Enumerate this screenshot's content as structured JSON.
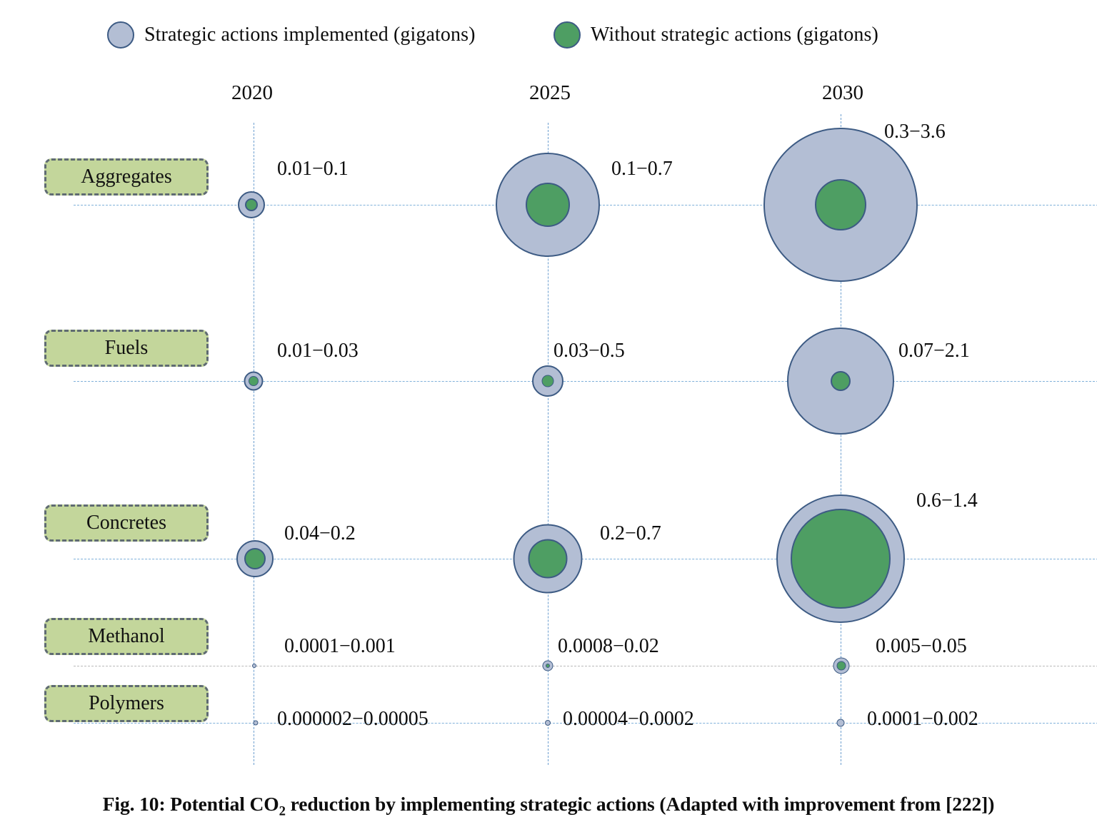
{
  "legend": {
    "items": [
      {
        "label": "Strategic actions implemented (gigatons)",
        "color": "#b3bed4",
        "icon": "circle-swatch-blue"
      },
      {
        "label": "Without strategic actions (gigatons)",
        "color": "#4e9e63",
        "icon": "circle-swatch-green"
      }
    ]
  },
  "caption": {
    "text": "Fig. 10: Potential CO₂ reduction by implementing strategic actions (Adapted with improvement from ",
    "reference": "[222]",
    "closing": ")"
  },
  "chart_data": {
    "type": "scatter",
    "title": "Potential CO2 reduction by implementing strategic actions",
    "subtitle": "",
    "xlabel": "",
    "ylabel": "",
    "grid": true,
    "legend_position": "top",
    "units": "gigatons",
    "categories": [
      "Aggregates",
      "Fuels",
      "Concretes",
      "Methanol",
      "Polymers"
    ],
    "x": [
      "2020",
      "2025",
      "2030"
    ],
    "series": [
      {
        "name": "Strategic actions implemented (gigatons)",
        "color": "#b3bed4",
        "edge": "#3d5b84"
      },
      {
        "name": "Without strategic actions (gigatons)",
        "color": "#4e9e63",
        "edge": "#3d5b84"
      }
    ],
    "points": [
      {
        "category": "Aggregates",
        "year": "2020",
        "range_label": "0.01−0.1",
        "low": 0.01,
        "high": 0.1
      },
      {
        "category": "Aggregates",
        "year": "2025",
        "range_label": "0.1−0.7",
        "low": 0.1,
        "high": 0.7
      },
      {
        "category": "Aggregates",
        "year": "2030",
        "range_label": "0.3−3.6",
        "low": 0.3,
        "high": 3.6
      },
      {
        "category": "Fuels",
        "year": "2020",
        "range_label": "0.01−0.03",
        "low": 0.01,
        "high": 0.03
      },
      {
        "category": "Fuels",
        "year": "2025",
        "range_label": "0.03−0.5",
        "low": 0.03,
        "high": 0.5
      },
      {
        "category": "Fuels",
        "year": "2030",
        "range_label": "0.07−2.1",
        "low": 0.07,
        "high": 2.1
      },
      {
        "category": "Concretes",
        "year": "2020",
        "range_label": "0.04−0.2",
        "low": 0.04,
        "high": 0.2
      },
      {
        "category": "Concretes",
        "year": "2025",
        "range_label": "0.2−0.7",
        "low": 0.2,
        "high": 0.7
      },
      {
        "category": "Concretes",
        "year": "2030",
        "range_label": "0.6−1.4",
        "low": 0.6,
        "high": 1.4
      },
      {
        "category": "Methanol",
        "year": "2020",
        "range_label": "0.0001−0.001",
        "low": 0.0001,
        "high": 0.001
      },
      {
        "category": "Methanol",
        "year": "2025",
        "range_label": "0.0008−0.02",
        "low": 0.0008,
        "high": 0.02
      },
      {
        "category": "Methanol",
        "year": "2030",
        "range_label": "0.005−0.05",
        "low": 0.005,
        "high": 0.05
      },
      {
        "category": "Polymers",
        "year": "2020",
        "range_label": "0.000002−0.00005",
        "low": 2e-06,
        "high": 5e-05
      },
      {
        "category": "Polymers",
        "year": "2025",
        "range_label": "0.00004−0.0002",
        "low": 4e-05,
        "high": 0.0002
      },
      {
        "category": "Polymers",
        "year": "2030",
        "range_label": "0.0001−0.002",
        "low": 0.0001,
        "high": 0.002
      }
    ]
  }
}
